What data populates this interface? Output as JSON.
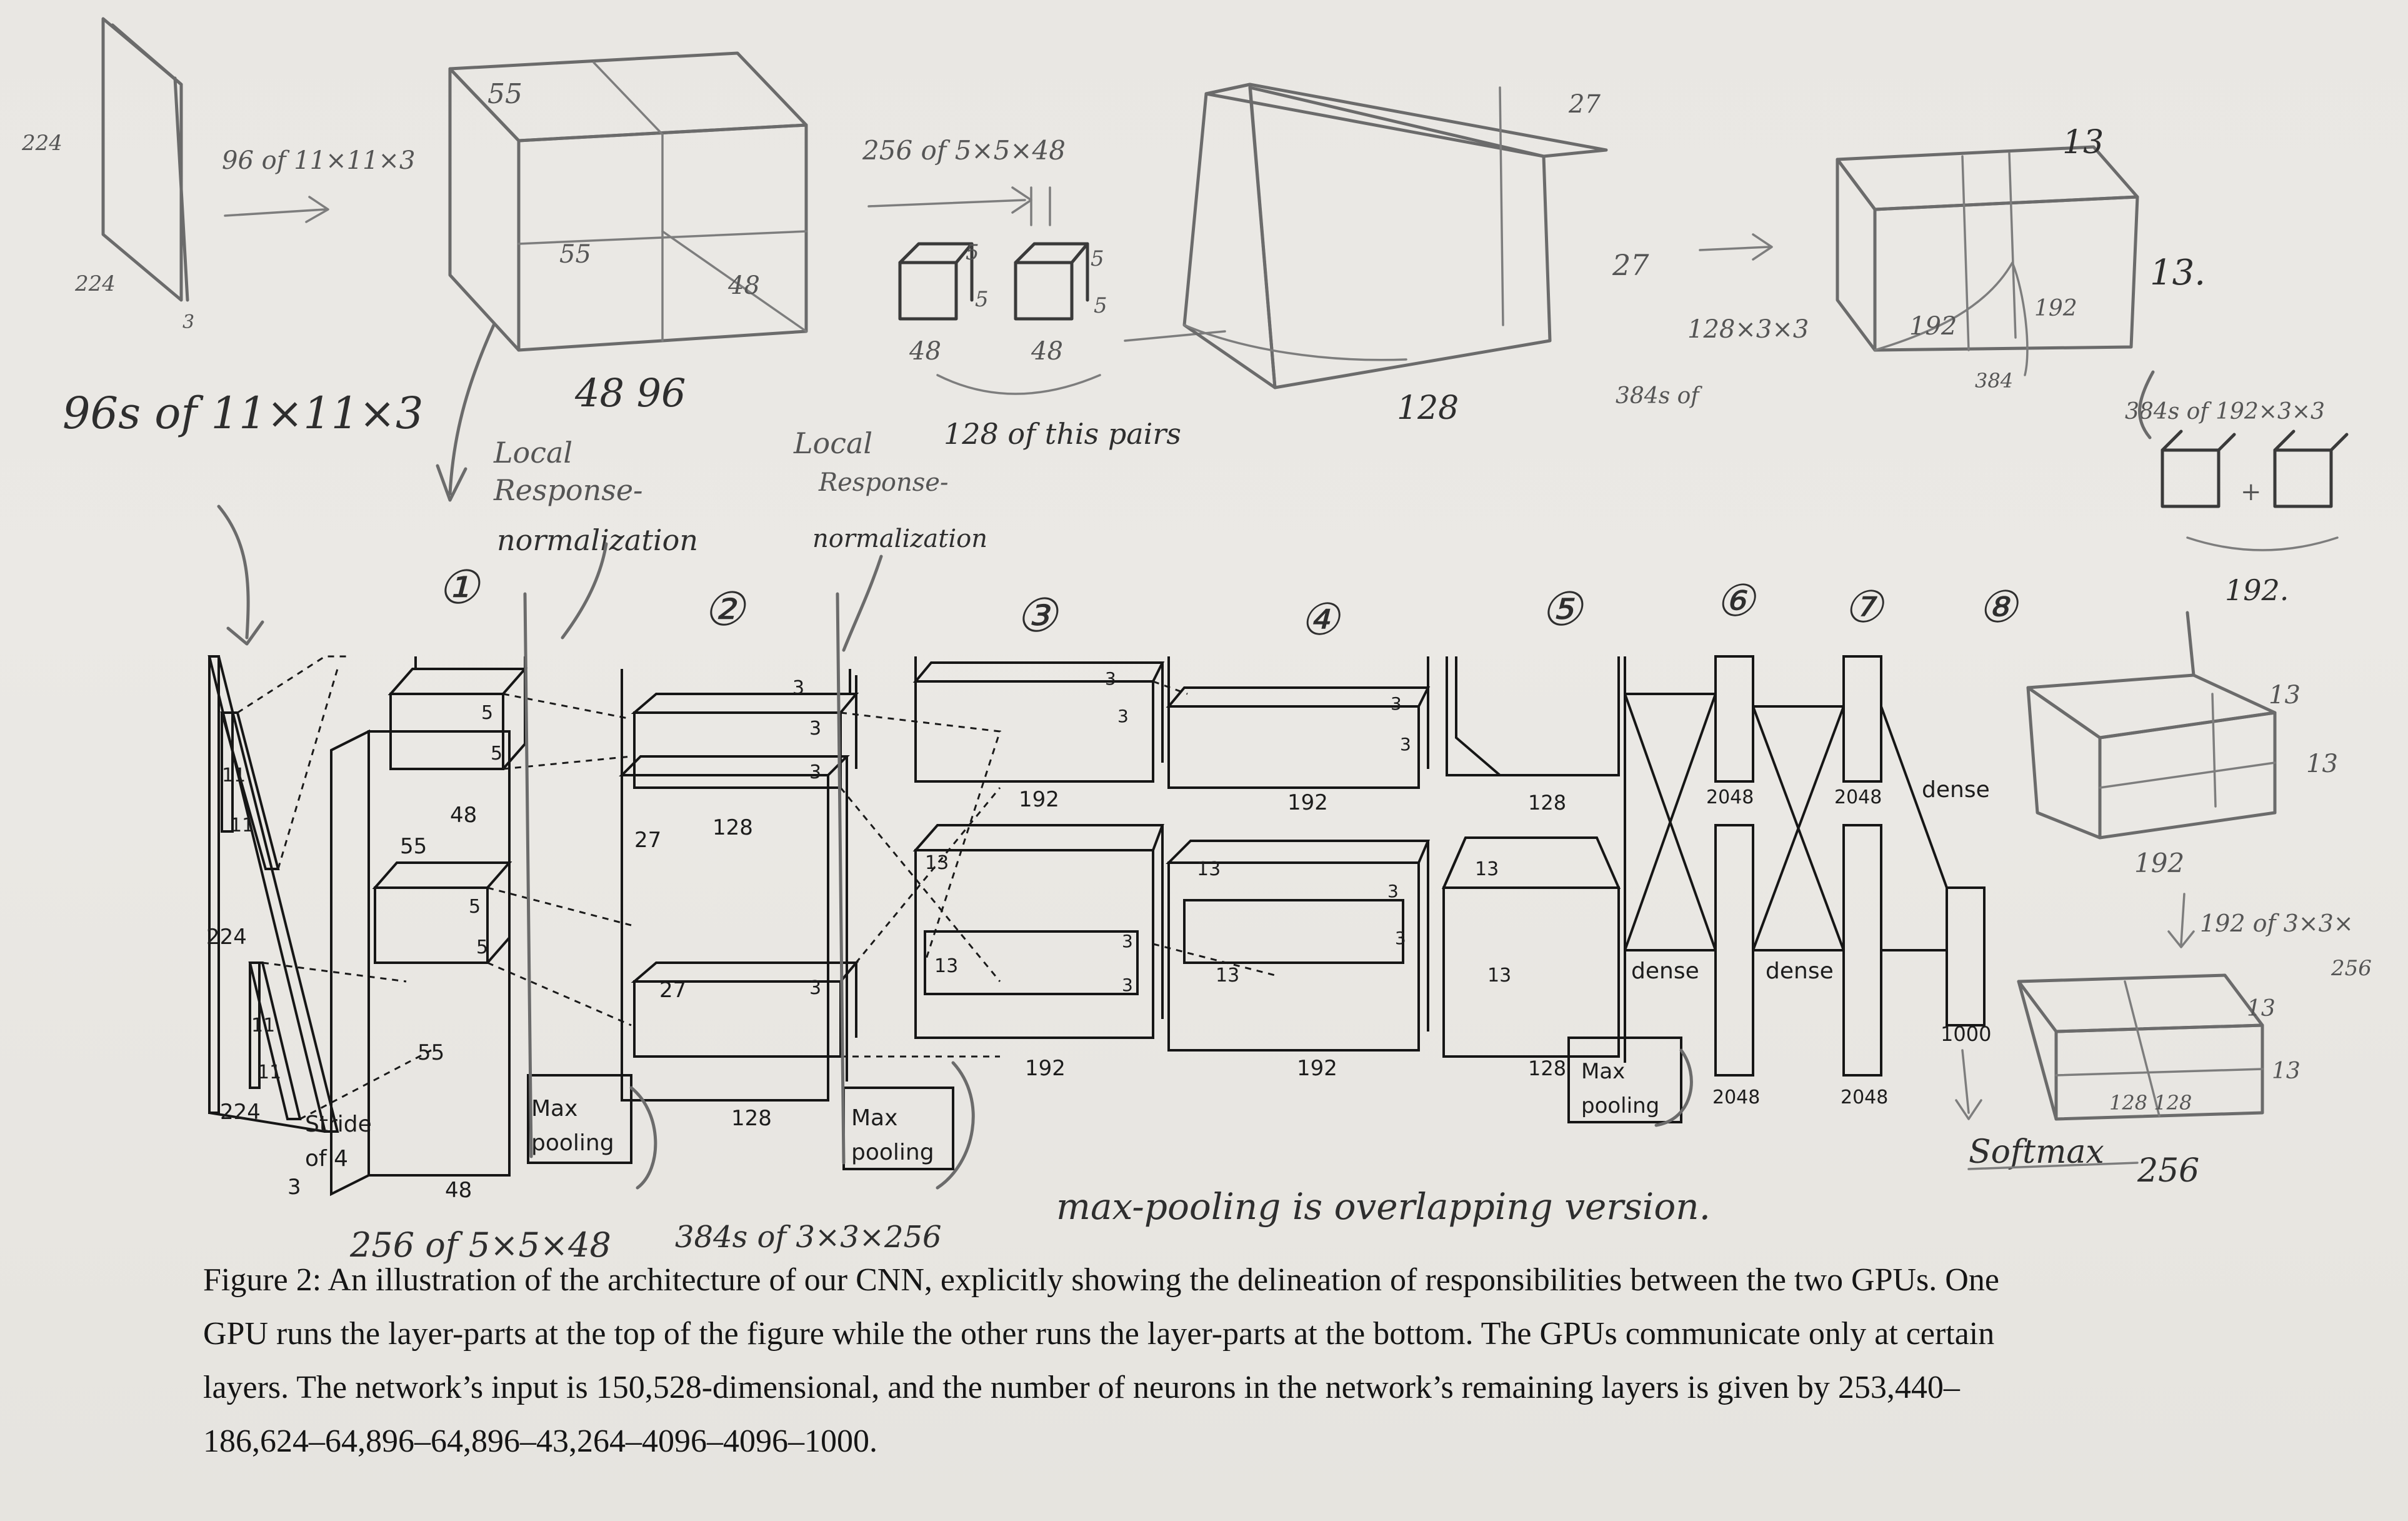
{
  "figure": {
    "caption_label": "Figure 2:",
    "caption_text": "An illustration of the architecture of our CNN, explicitly showing the delineation of responsibilities between the two GPUs. One GPU runs the layer-parts at the top of the figure while the other runs the layer-parts at the bottom. The GPUs communicate only at certain layers. The network’s input is 150,528-dimensional, and the number of neurons in the network’s remaining layers is given by 253,440–186,624–64,896–64,896–43,264–4096–4096–1000."
  },
  "printed_labels": {
    "input_size_side": "224",
    "input_size_bottom": "224",
    "input_depth": "3",
    "kernel1_top": "11",
    "kernel1_top_b": "11",
    "kernel1_bottom": "11",
    "kernel1_bottom_b": "11",
    "stride": "Stride",
    "stride_of": "of 4",
    "conv1_side": "55",
    "conv1_side_b": "55",
    "conv1_depth": "48",
    "conv1_depth_top": "48",
    "k2_top_a": "5",
    "k2_top_b": "5",
    "k2_bot_a": "5",
    "k2_bot_b": "5",
    "pool1": "Max",
    "pool1_b": "pooling",
    "conv2_side_top": "27",
    "conv2_side_bot": "27",
    "conv2_depth_top": "128",
    "conv2_depth_bot": "128",
    "k3_a": "3",
    "k3_b": "3",
    "k3_c": "3",
    "k3_d": "3",
    "pool2": "Max",
    "pool2_b": "pooling",
    "conv3_side": "13",
    "conv3_side_b": "13",
    "conv3_depth_top": "192",
    "conv3_depth_bot": "192",
    "k4_a": "3",
    "k4_b": "3",
    "k4_c": "3",
    "k4_d": "3",
    "conv4_side": "13",
    "conv4_side_b": "13",
    "conv4_depth_top": "192",
    "conv4_depth_bot": "192",
    "k5_a": "3",
    "k5_b": "3",
    "k5_c": "3",
    "k5_d": "3",
    "conv5_side": "13",
    "conv5_side_b": "13",
    "conv5_depth_top": "128",
    "conv5_depth_bot": "128",
    "pool3": "Max",
    "pool3_b": "pooling",
    "fc6_top": "2048",
    "fc6_bot": "2048",
    "fc7_top": "2048",
    "fc7_bot": "2048",
    "dense_a": "dense",
    "dense_b": "dense",
    "dense_c": "dense",
    "output": "1000"
  },
  "handwritten_notes": {
    "n_224": "224",
    "n_224b": "224",
    "n_3": "3",
    "n_96of11": "96 of 11×11×3",
    "n_96s_big": "96s of 11×11×3",
    "n_55_top": "55",
    "n_55_mid": "55",
    "n_48_cube": "48",
    "n_48_96": "48  96",
    "n_lrn1_a": "Local",
    "n_lrn1_b": "Response-",
    "n_lrn1_c": "normalization",
    "n_256of5": "256 of 5×5×48",
    "n_k5_a": "5",
    "n_k5_b": "5",
    "n_k5_c": "5",
    "n_k5_d": "5",
    "n_k5_48a": "48",
    "n_k5_48b": "48",
    "n_128pairs": "128 of this pairs",
    "n_lrn2_a": "Local",
    "n_lrn2_b": "Response-",
    "n_lrn2_c": "normalization",
    "n_27_top": "27",
    "n_27_side": "27",
    "n_128": "128",
    "n_384s_of": "384s of",
    "n_128x3x3": "128×3×3",
    "n_13_top": "13",
    "n_13_side": "13.",
    "n_192_a": "192",
    "n_192_b": "192",
    "n_384_side": "384",
    "n_384of192": "384s of 192×3×3",
    "n_192_bottom": "192.",
    "c1": "①",
    "c2": "②",
    "c3": "③",
    "c4": "④",
    "c5": "⑤",
    "c6": "⑥",
    "c7": "⑦",
    "c8": "⑧",
    "n_13_r1": "13",
    "n_13_r2": "13",
    "n_192_r": "192",
    "n_192of3x3": "192 of 3×3×",
    "n_256_r": "256",
    "n_13_r3": "13",
    "n_13_r4": "13",
    "n_128_128": "128  128",
    "n_softmax": "Softmax",
    "n_256_soft": "256",
    "n_256of5x5": "256 of 5×5×48",
    "n_384of3x3": "384s of 3×3×256",
    "n_maxpool_note": "max-pooling is overlapping version."
  },
  "colors": {
    "paper": "#e9e7e3",
    "print_ink": "#161616",
    "pencil": "#6b6b6b"
  }
}
